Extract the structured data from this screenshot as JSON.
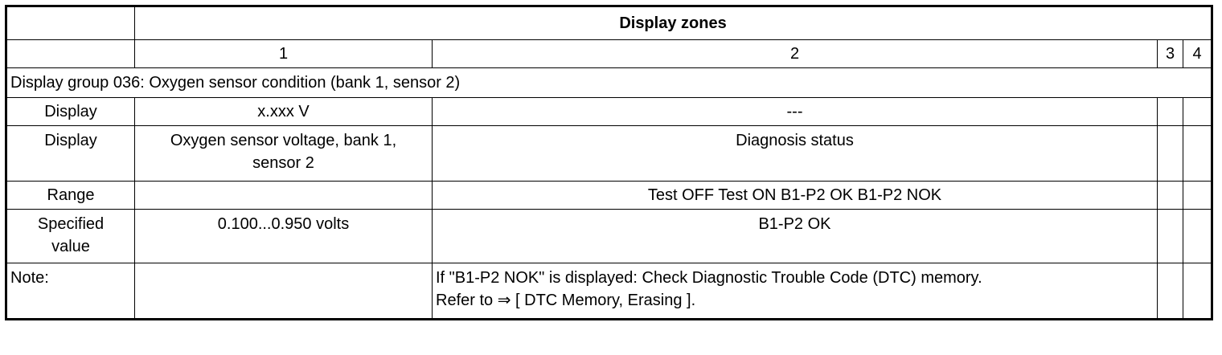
{
  "table": {
    "header": {
      "title": "Display zones",
      "zones": [
        "1",
        "2",
        "3",
        "4"
      ]
    },
    "group_title": "Display group 036: Oxygen sensor condition (bank 1, sensor 2)",
    "rows": [
      {
        "label": "Display",
        "zone1": "x.xxx V",
        "zone2": "---"
      },
      {
        "label": "Display",
        "zone1_line1": "Oxygen sensor voltage, bank 1,",
        "zone1_line2": "sensor 2",
        "zone2": "Diagnosis status"
      },
      {
        "label": "Range",
        "zone1": "",
        "zone2": "Test OFF Test ON B1-P2 OK B1-P2 NOK"
      },
      {
        "label_line1": "Specified",
        "label_line2": "value",
        "zone1": "0.100...0.950 volts",
        "zone2": "B1-P2 OK"
      },
      {
        "label": "Note:",
        "zone1": "",
        "zone2_line1": "If \"B1-P2 NOK\" is displayed: Check Diagnostic Trouble Code (DTC) memory.",
        "zone2_line2": "Refer to ⇒ [ DTC Memory, Erasing ]."
      }
    ]
  }
}
